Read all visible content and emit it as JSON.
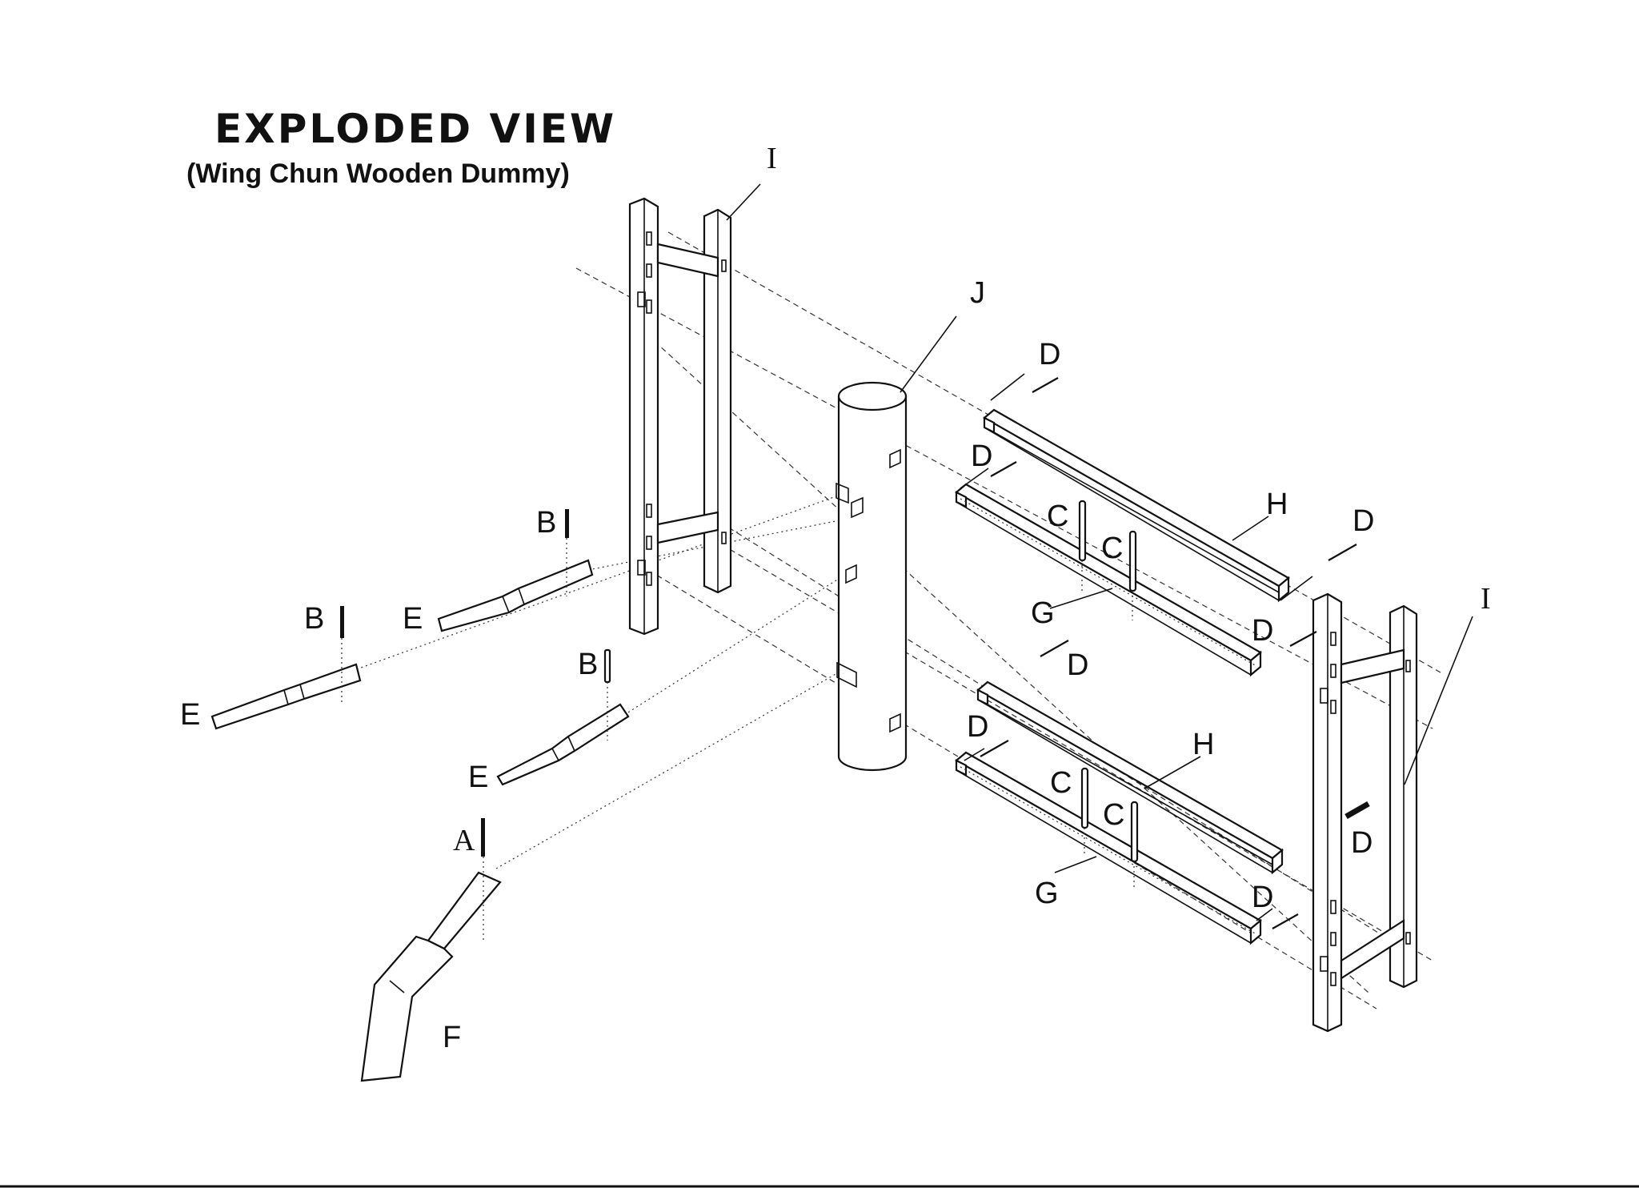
{
  "title": "EXPLODED VIEW",
  "subtitle": "(Wing Chun Wooden Dummy)",
  "labels": {
    "A": "A",
    "B": "B",
    "C": "C",
    "D": "D",
    "E": "E",
    "F": "F",
    "G": "G",
    "H": "H",
    "I": "I",
    "J": "J"
  }
}
